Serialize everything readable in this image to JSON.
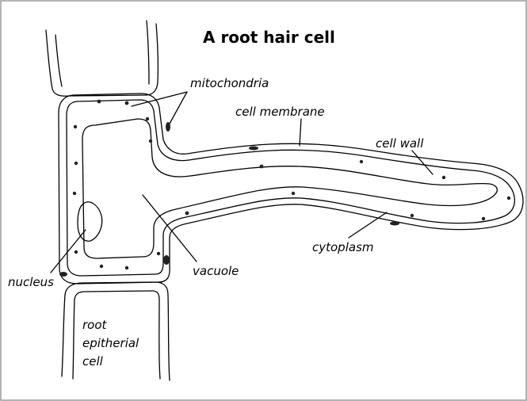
{
  "title": "A root hair cell",
  "labels": {
    "mitochondria": "mitochondria",
    "cell_membrane": "cell membrane",
    "cell_wall": "cell wall",
    "nucleus": "nucleus",
    "vacuole": "vacuole",
    "cytoplasm": "cytoplasm",
    "epithelial_line1": "root",
    "epithelial_line2": "epitherial",
    "epithelial_line3": "cell"
  }
}
